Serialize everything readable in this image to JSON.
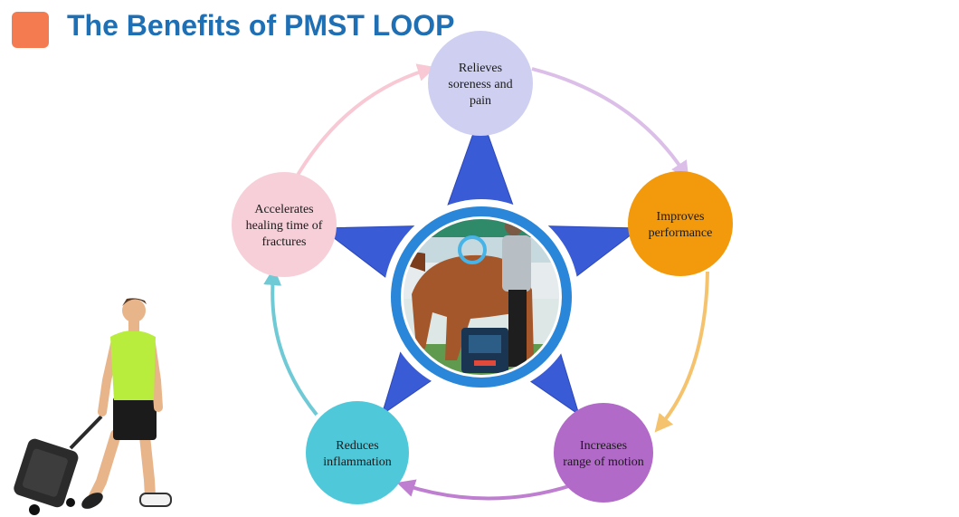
{
  "slide": {
    "title": "The Benefits of PMST LOOP",
    "accent_color": "#f47b4f",
    "title_color": "#1f6fb5"
  },
  "diagram": {
    "star_color": "#3a5bd6",
    "center_ring_color": "#2a86d8",
    "center_image": "photo of a man treating a horse with a PMST LOOP device",
    "nodes": [
      {
        "lines": [
          "Relieves",
          "soreness and",
          "pain"
        ],
        "color": "#cfd0f1"
      },
      {
        "lines": [
          "Improves",
          "performance"
        ],
        "color": "#f39a0c"
      },
      {
        "lines": [
          "Increases",
          "range of motion"
        ],
        "color": "#b26ac8"
      },
      {
        "lines": [
          "Reduces",
          "inflammation"
        ],
        "color": "#4fc9da"
      },
      {
        "lines": [
          "Accelerates",
          "healing time of",
          "fractures"
        ],
        "color": "#f7cfd9"
      }
    ],
    "arrow_colors": [
      "#dcbfe9",
      "#f5c36d",
      "#bf7fd0",
      "#6fcad6",
      "#f8c9d4"
    ]
  },
  "illustration": "man in green t-shirt pulling a rolling case"
}
